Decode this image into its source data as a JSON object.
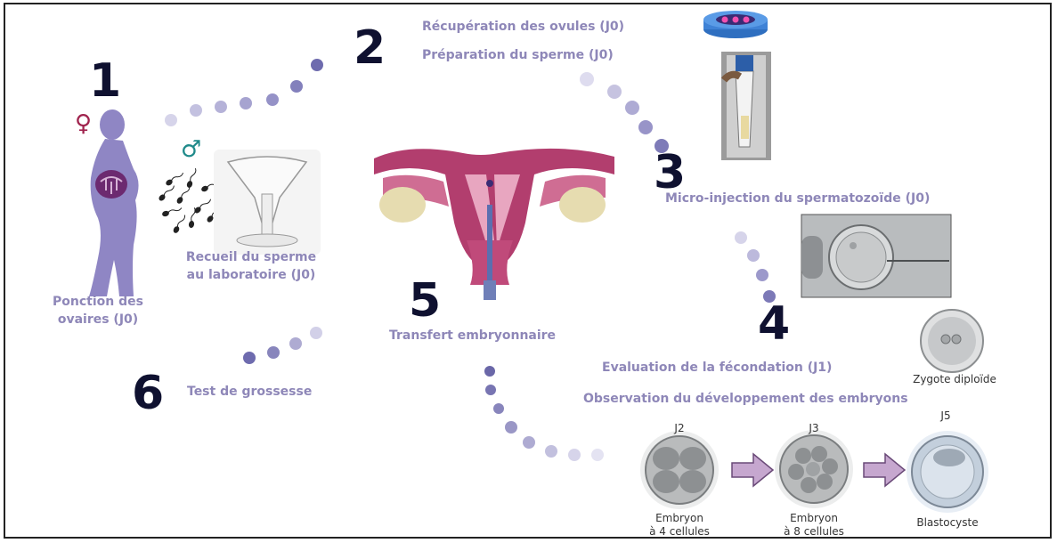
{
  "steps": {
    "s1": {
      "number": "1",
      "caption": "Ponction des\novaires (J0)"
    },
    "s2": {
      "number": "2",
      "line1": "Récupération des ovules (J0)",
      "line2": "Préparation du sperme (J0)"
    },
    "s3": {
      "number": "3",
      "caption": "Micro-injection du spermatozoïde (J0)"
    },
    "s4": {
      "number": "4",
      "fecondation": "Evaluation de la fécondation (J1)",
      "developpement": "Observation du développement des embryons",
      "zygote": "Zygote diploïde"
    },
    "s5": {
      "number": "5",
      "caption": "Transfert embryonnaire"
    },
    "s6": {
      "number": "6",
      "caption": "Test de grossesse"
    }
  },
  "sperm_collection": {
    "caption": "Recueil du sperme\nau laboratoire (J0)"
  },
  "symbols": {
    "female": "♀",
    "male": "♂"
  },
  "embryos": [
    {
      "day": "J2",
      "caption": "Embryon\nà 4 cellules"
    },
    {
      "day": "J3",
      "caption": "Embryon\nà 8 cellules"
    },
    {
      "day": "J5",
      "caption": "Blastocyste"
    }
  ],
  "colors": {
    "number": "#0f1130",
    "label": "#8e87b8",
    "female_symbol": "#a0244e",
    "male_symbol": "#1f8a8a",
    "silhouette": "#8f86c4",
    "uterus": "#b23e6e",
    "ovary": "#e6dcb0",
    "dots_dark": "#6a67a8",
    "dots_light": "#d4d2e8"
  }
}
